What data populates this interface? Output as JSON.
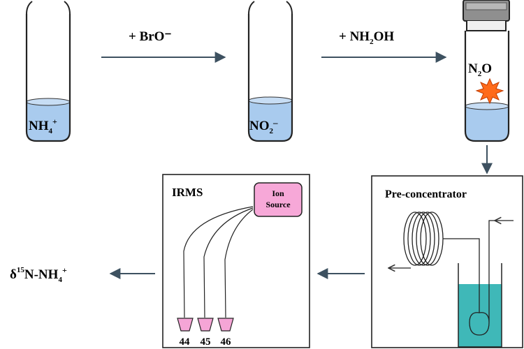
{
  "steps": {
    "step1_reagent": "+ BrO⁻",
    "step2_reagent_prefix": "+ NH",
    "step2_reagent_sub": "2",
    "step2_reagent_suffix": "OH"
  },
  "vials": {
    "vial1": {
      "base": "NH",
      "sub": "4",
      "sup": "+"
    },
    "vial2": {
      "base": "NO",
      "sub": "2",
      "sup": "–"
    },
    "vial3": {
      "base": "N",
      "sub": "2",
      "suffix": "O"
    }
  },
  "irms": {
    "title": "IRMS",
    "ion_source_line1": "Ion",
    "ion_source_line2": "Source",
    "collectors": [
      "44",
      "45",
      "46"
    ]
  },
  "preconcentrator": {
    "title": "Pre-concentrator"
  },
  "result": {
    "delta": "δ",
    "sup": "15",
    "base": "N-NH",
    "sub": "4",
    "sup2": "+"
  },
  "colors": {
    "liquid": "#a9cbee",
    "ion_source_fill": "#f7a8d8",
    "collector_fill": "#f5a5d6",
    "spark": "#ff6a1a",
    "bath": "#3fb8b8",
    "arrow": "#3d5160",
    "cap": "#8f8f8f"
  }
}
